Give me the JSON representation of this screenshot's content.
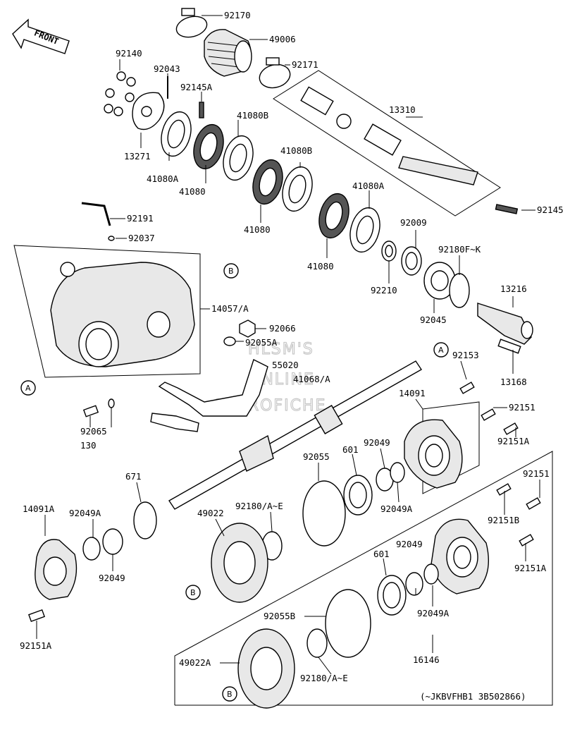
{
  "front_arrow": "FRONT",
  "watermark": [
    "HLSM'S",
    "ONLINE",
    "MICROFICHE"
  ],
  "ref_markers": [
    "A",
    "B"
  ],
  "serial_note": "(~JKBVFHB1  3B502866)",
  "labels": {
    "p92170": "92170",
    "p49006": "49006",
    "p92140": "92140",
    "p92171": "92171",
    "p92043": "92043",
    "p92145A": "92145A",
    "p13310": "13310",
    "p41080B_1": "41080B",
    "p13271": "13271",
    "p41080B_2": "41080B",
    "p41080A_1": "41080A",
    "p41080_1": "41080",
    "p41080A_2": "41080A",
    "p92145": "92145",
    "p92191": "92191",
    "p92009": "92009",
    "p41080_2": "41080",
    "p92037": "92037",
    "p92180FK": "92180F~K",
    "p41080_3": "41080",
    "p92210": "92210",
    "p13216": "13216",
    "p14057": "14057/A",
    "p92045": "92045",
    "p92066": "92066",
    "p92055A": "92055A",
    "p92153": "92153",
    "p55020": "55020",
    "p41068": "41068/A",
    "p13168": "13168",
    "p14091": "14091",
    "p92151_1": "92151",
    "p130": "130",
    "p92065": "92065",
    "p92151A_1": "92151A",
    "p92055": "92055",
    "p601_1": "601",
    "p92049_1": "92049",
    "p92151_2": "92151",
    "p671": "671",
    "p92049A_1": "92049A",
    "p14091A": "14091A",
    "p92049A_2": "92049A",
    "p49022": "49022",
    "p92180AE_1": "92180/A~E",
    "p92151B": "92151B",
    "p92049_2": "92049",
    "p92151A_2": "92151A",
    "p92049_3": "92049",
    "p601_2": "601",
    "p92049A_3": "92049A",
    "p92055B": "92055B",
    "p92151A_3": "92151A",
    "p16146": "16146",
    "p49022A": "49022A",
    "p92180AE_2": "92180/A~E"
  }
}
